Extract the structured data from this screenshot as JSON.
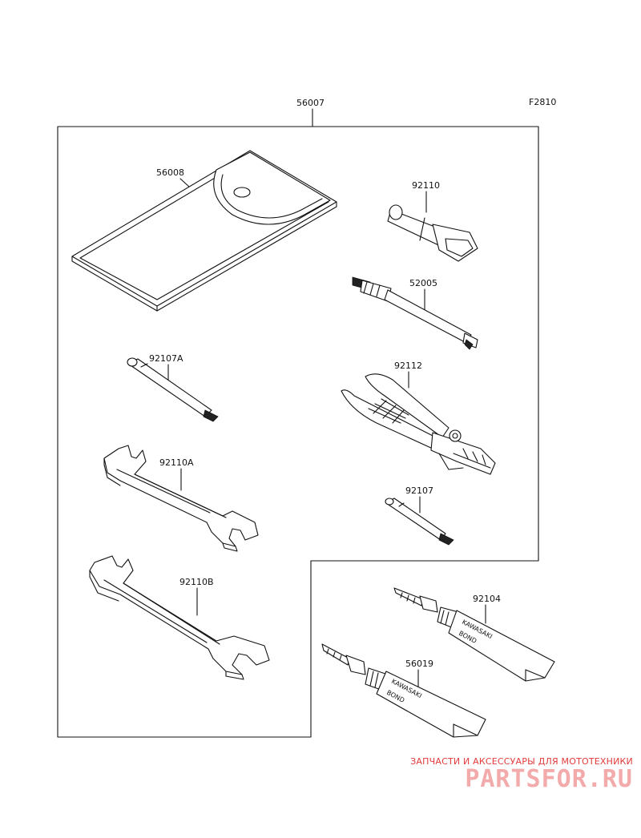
{
  "figure_code": "F2810",
  "labels": {
    "kit": "56007",
    "pouch": "56008",
    "plug_wrench": "92110",
    "driver_handle": "52005",
    "driver_a": "92107A",
    "pliers": "92112",
    "wrench_a": "92110A",
    "driver": "92107",
    "wrench_b": "92110B",
    "bond_small": "92104",
    "bond_large": "56019"
  },
  "tube_text": {
    "small_brand": "KAWASAKI",
    "small_word": "BOND",
    "large_brand": "KAWASAKI",
    "large_word": "BOND"
  },
  "watermark": {
    "caption": "ЗАПЧАСТИ И АКСЕССУАРЫ ДЛЯ МОТОТЕХНИКИ",
    "logo": "PARTSFOR.RU"
  },
  "colors": {
    "line": "#111111",
    "watermark": "#e23b3b"
  }
}
